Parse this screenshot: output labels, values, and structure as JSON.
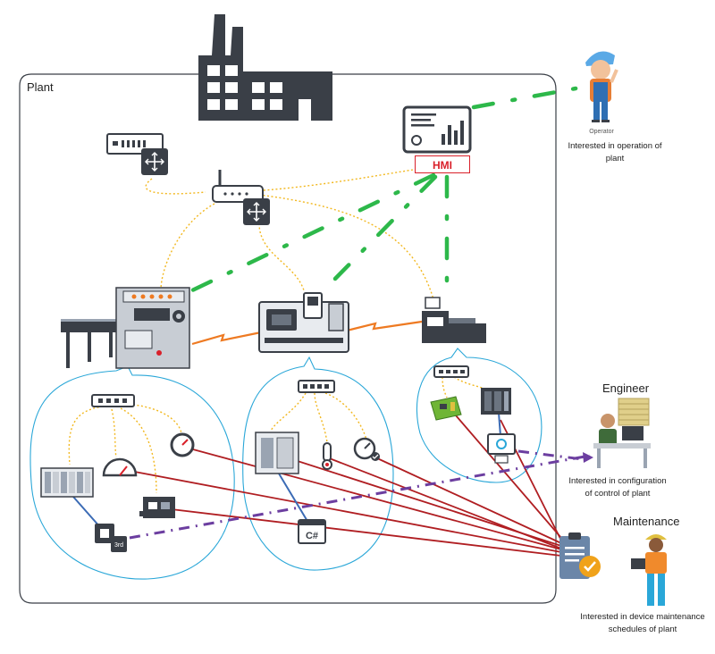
{
  "plant": {
    "label": "Plant"
  },
  "hmi": {
    "label": "HMI"
  },
  "operator": {
    "caption": "Operator",
    "interest": "Interested in operation of plant"
  },
  "engineer": {
    "title": "Engineer",
    "interest": "Interested in configuration of control of plant"
  },
  "maintenance": {
    "title": "Maintenance",
    "interest": "Interested in device maintenance schedules of plant"
  },
  "device_text": {
    "sensor_chip": "3rd",
    "controller_panel": "C#"
  },
  "colors": {
    "device": "#3a3f47",
    "network": "#f2b820",
    "operation": "#2db84a",
    "configuration": "#6c3ea0",
    "maintenance": "#b01e22",
    "power": "#ee7a22",
    "bubble": "#2aa7d8",
    "hmi": "#d9202a"
  }
}
